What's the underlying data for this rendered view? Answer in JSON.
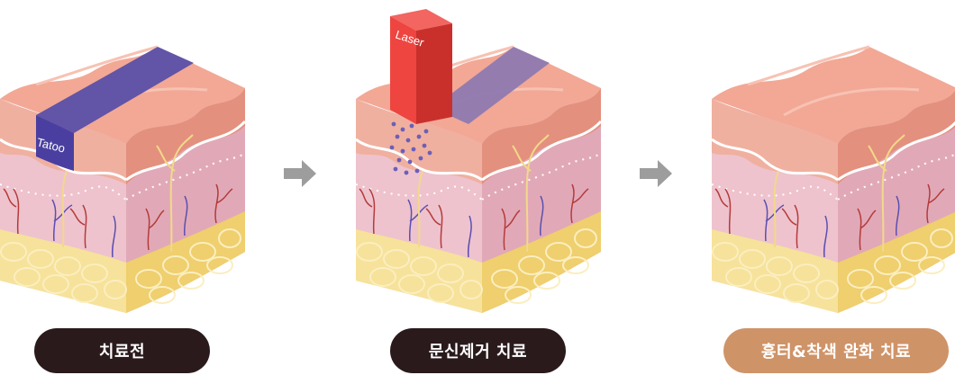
{
  "labels": {
    "tattoo_tag": "Tatoo",
    "laser_tag": "Laser"
  },
  "steps": [
    {
      "caption": "치료전"
    },
    {
      "caption": "문신제거 치료"
    },
    {
      "caption": "흉터&착색 완화 치료"
    }
  ],
  "colors": {
    "skin_top": "#f2a895",
    "skin_front": "#f0b0a0",
    "skin_right": "#e4907e",
    "dermis_front": "#eec3cd",
    "dermis_right": "#e1a9b7",
    "fat_front": "#f6e29a",
    "fat_right": "#efcf6e",
    "tattoo": "#5a4fa8",
    "laser_front": "#ee4540",
    "laser_right": "#c9302c",
    "dark_pill": "#2a1a1c",
    "accent_pill": "#cf9368",
    "arrow": "#9d9d9d"
  },
  "icons": [
    "arrow-right-icon",
    "arrow-right-icon"
  ]
}
